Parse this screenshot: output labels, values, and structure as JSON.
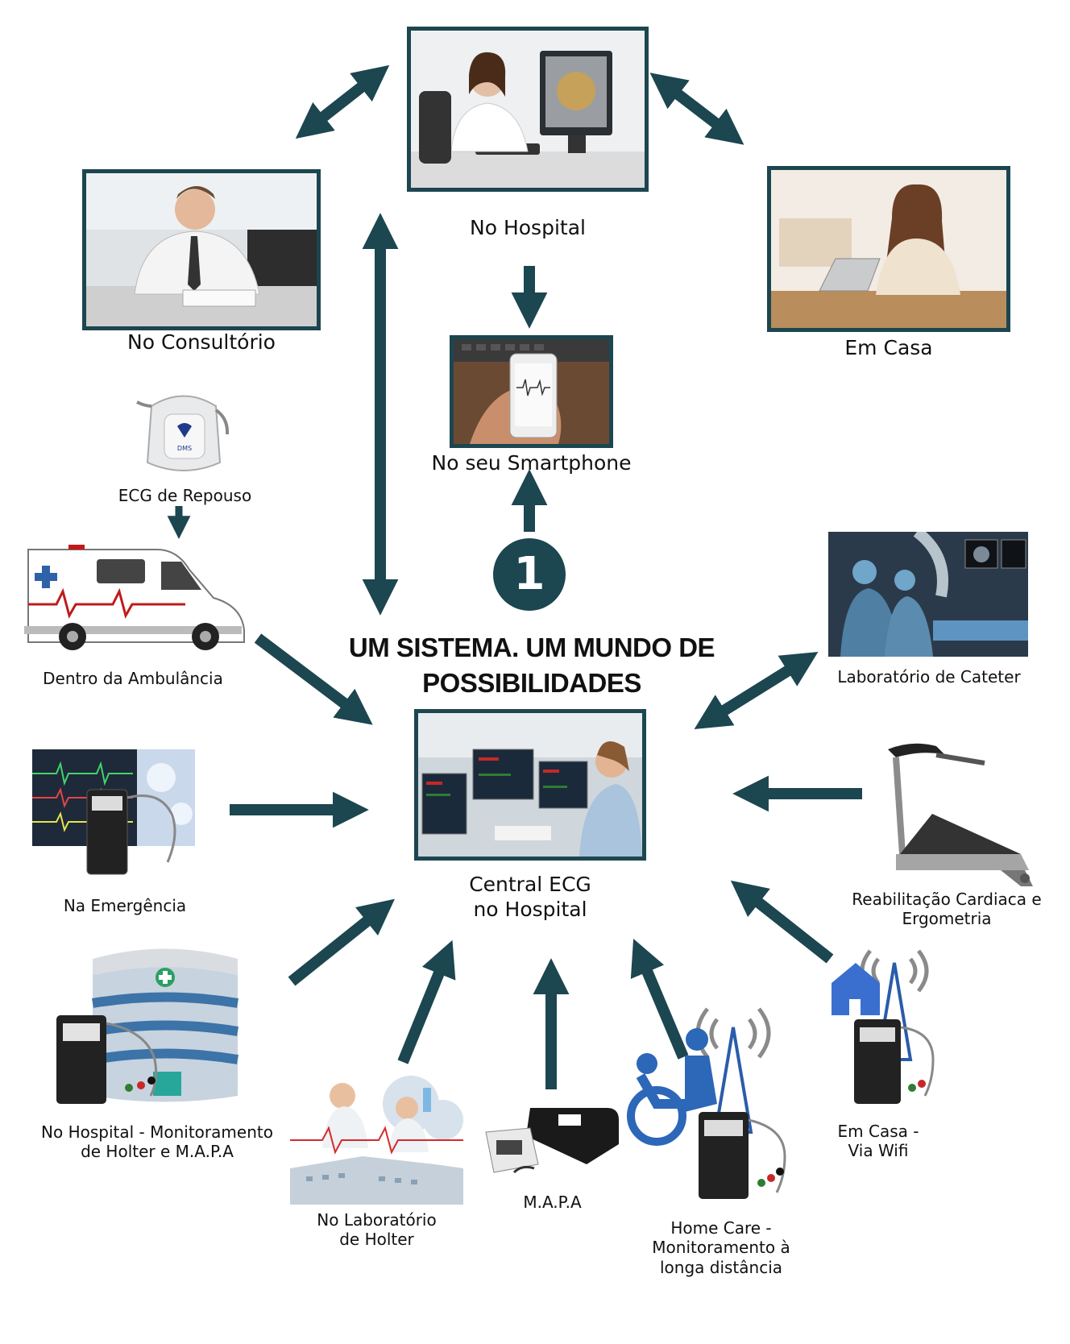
{
  "title": {
    "line1": "UM SISTEMA. UM MUNDO DE",
    "line2": "POSSIBILIDADES"
  },
  "badge": "1",
  "accent_color": "#1c4650",
  "nodes": {
    "hospital": {
      "label": "No Hospital",
      "icon": "doctor-at-computer-photo"
    },
    "consultorio": {
      "label": "No Consultório",
      "icon": "doctor-writing-photo"
    },
    "casa": {
      "label": "Em Casa",
      "icon": "woman-laptop-photo"
    },
    "smartphone": {
      "label": "No seu Smartphone",
      "icon": "smartphone-ecg-photo"
    },
    "repouso": {
      "label": "ECG de Repouso",
      "icon": "ecg-device-icon"
    },
    "ambulancia": {
      "label": "Dentro da Ambulância",
      "icon": "ambulance-icon"
    },
    "central": {
      "line1": "Central ECG",
      "line2": "no Hospital",
      "icon": "monitoring-center-photo"
    },
    "cateter": {
      "label": "Laboratório de Cateter",
      "icon": "cath-lab-photo"
    },
    "emergencia": {
      "label": "Na Emergência",
      "icon": "emergency-monitor-photo"
    },
    "reabilitacao": {
      "line1": "Reabilitação Cardiaca e",
      "line2": "Ergometria",
      "icon": "treadmill-icon"
    },
    "holter_hospital": {
      "line1": "No Hospital - Monitoramento",
      "line2": "de Holter e M.A.P.A",
      "icon": "hospital-building-icon"
    },
    "casa_wifi": {
      "line1": "Em Casa -",
      "line2": "Via Wifi",
      "icon": "house-antenna-icon"
    },
    "laboratorio_holter": {
      "line1": "No Laboratório",
      "line2": "de Holter",
      "icon": "laboratory-icon"
    },
    "mapa": {
      "label": "M.A.P.A",
      "icon": "blood-pressure-monitor-icon"
    },
    "home_care": {
      "line1": "Home Care -",
      "line2": "Monitoramento à",
      "line3": "longa distância",
      "icon": "wheelchair-antenna-icon"
    }
  }
}
